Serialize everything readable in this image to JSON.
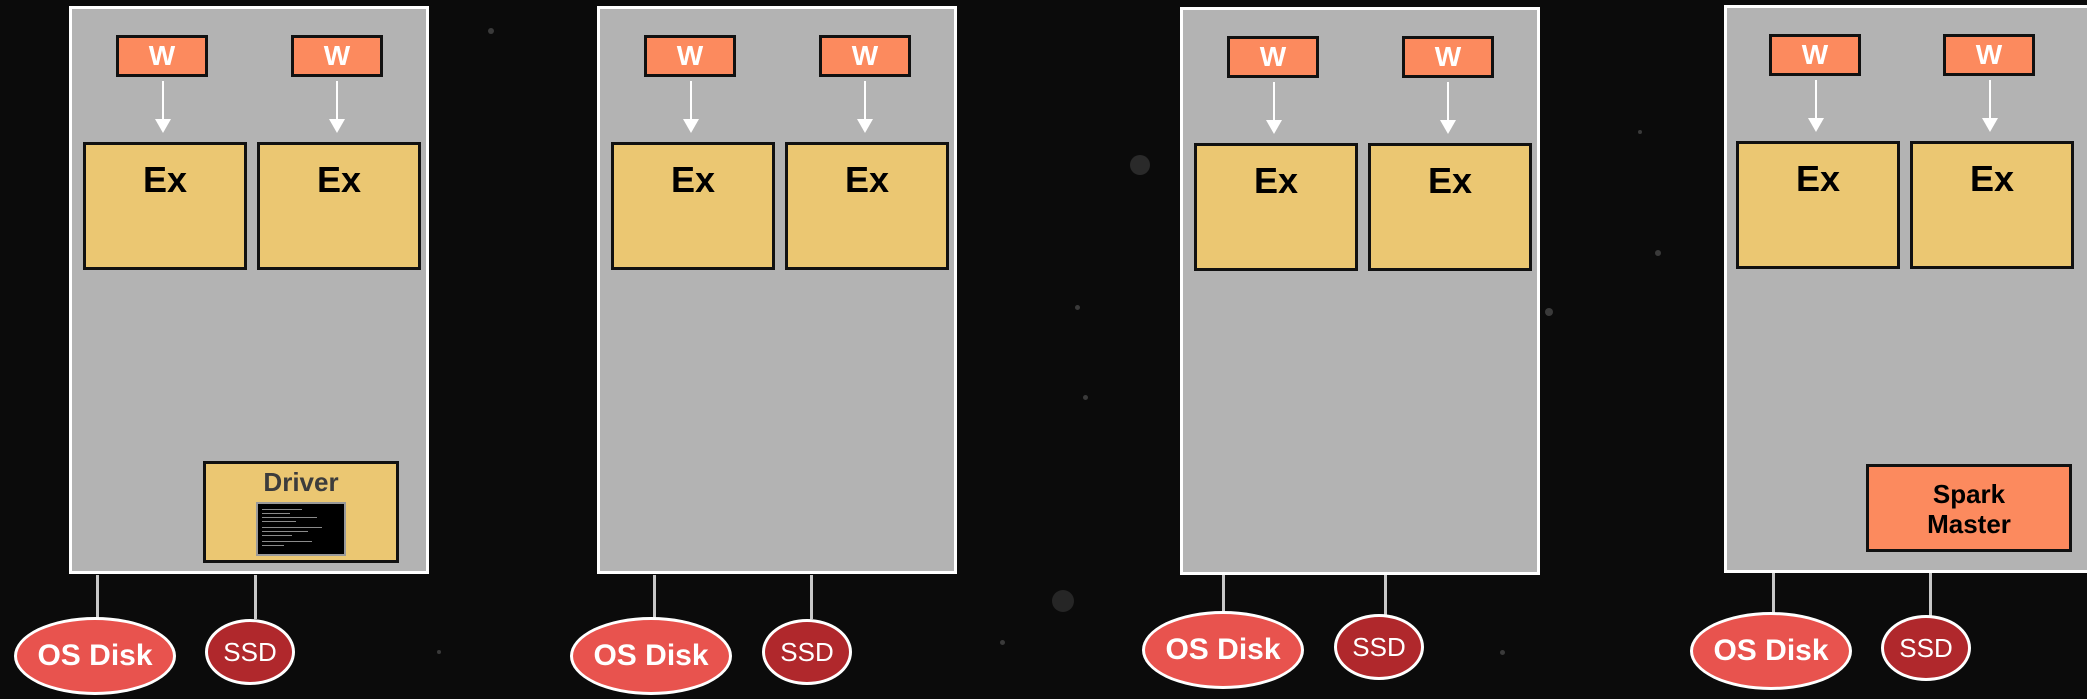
{
  "nodes": [
    {
      "workers": [
        "W",
        "W"
      ],
      "executors": [
        "Ex",
        "Ex"
      ],
      "driver": {
        "label": "Driver",
        "terminal": "terminal-screen"
      },
      "os_disk": "OS Disk",
      "ssd": "SSD"
    },
    {
      "workers": [
        "W",
        "W"
      ],
      "executors": [
        "Ex",
        "Ex"
      ],
      "os_disk": "OS Disk",
      "ssd": "SSD"
    },
    {
      "workers": [
        "W",
        "W"
      ],
      "executors": [
        "Ex",
        "Ex"
      ],
      "os_disk": "OS Disk",
      "ssd": "SSD"
    },
    {
      "workers": [
        "W",
        "W"
      ],
      "executors": [
        "Ex",
        "Ex"
      ],
      "master": {
        "line1": "Spark",
        "line2": "Master"
      },
      "os_disk": "OS Disk",
      "ssd": "SSD"
    }
  ],
  "colors": {
    "background": "#0b0b0b",
    "node_fill": "#b3b3b3",
    "worker_fill": "#fc8a5e",
    "executor_fill": "#ebc772",
    "os_disk_fill": "#e8534e",
    "ssd_fill": "#b0282c"
  }
}
